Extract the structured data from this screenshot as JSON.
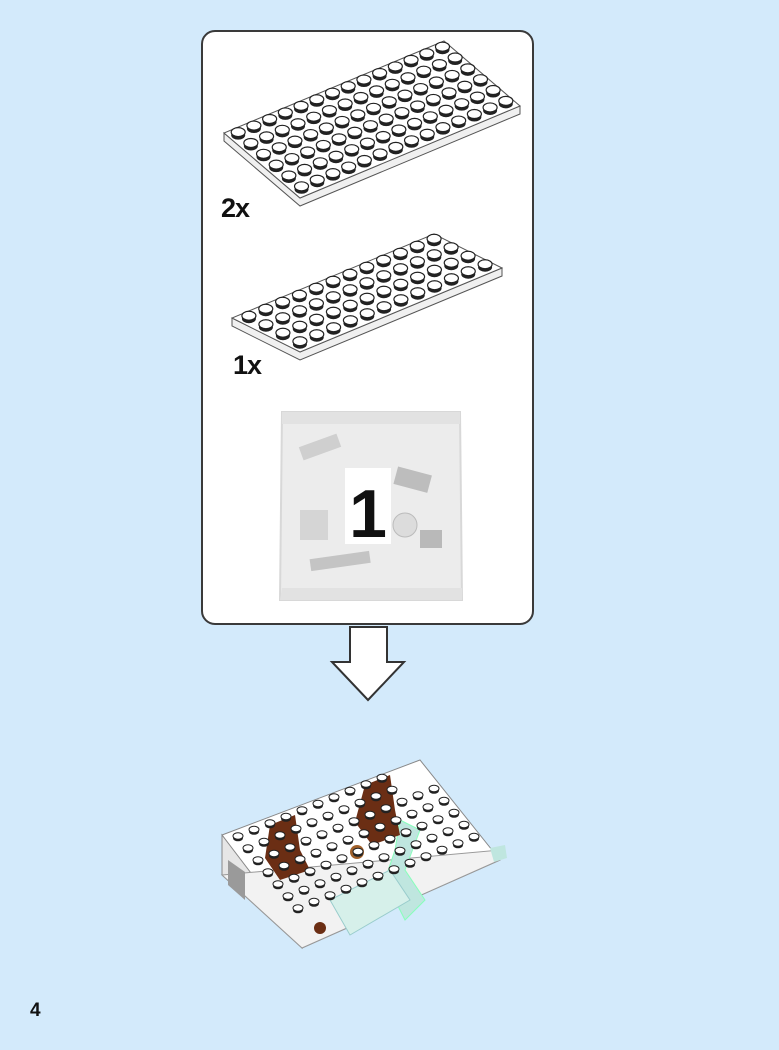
{
  "parts": [
    {
      "name": "plate",
      "color": "#ffffff",
      "quantity_label": "2x"
    },
    {
      "name": "plate",
      "color": "#ffffff",
      "quantity_label": "1x"
    }
  ],
  "bag": {
    "number": "1"
  },
  "page": {
    "number": "4"
  },
  "colors": {
    "background": "#d3eafb",
    "brown": "#6b2e14",
    "trans_light_blue": "#bfe6df"
  }
}
